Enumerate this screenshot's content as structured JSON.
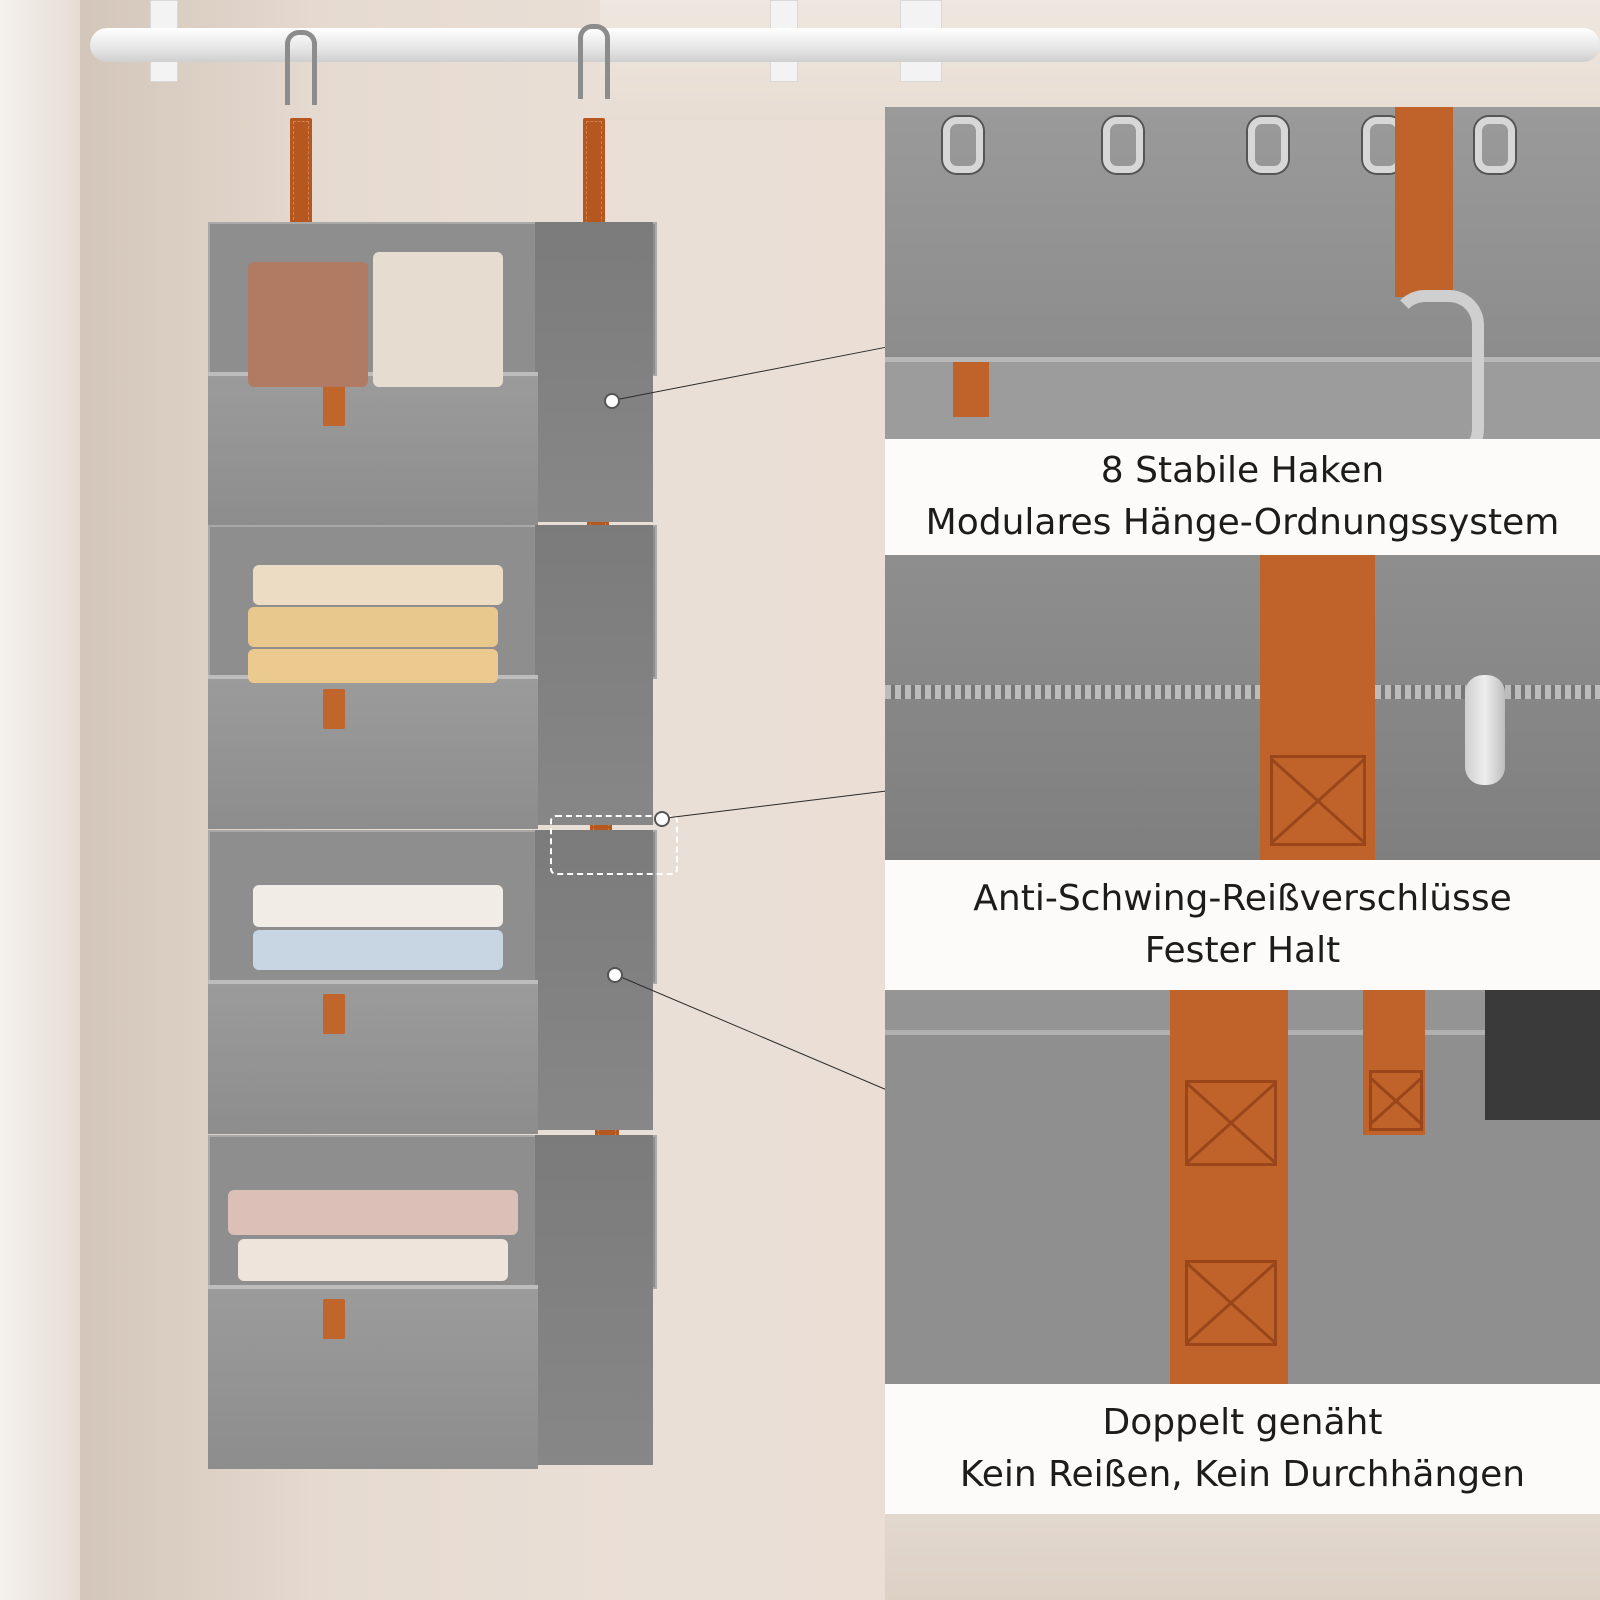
{
  "captions": {
    "hooks": {
      "line1": "8 Stabile Haken",
      "line2": "Modulares Hänge-Ordnungssystem"
    },
    "zippers": {
      "line1": "Anti-Schwing-Reißverschlüsse",
      "line2": "Fester Halt"
    },
    "stitching": {
      "line1": "Doppelt genäht",
      "line2": "Kein Reißen, Kein Durchhängen"
    }
  },
  "colors": {
    "fabric": "#8e8e8e",
    "strap": "#c0632b",
    "caption_bg": "#fdfbf9"
  }
}
